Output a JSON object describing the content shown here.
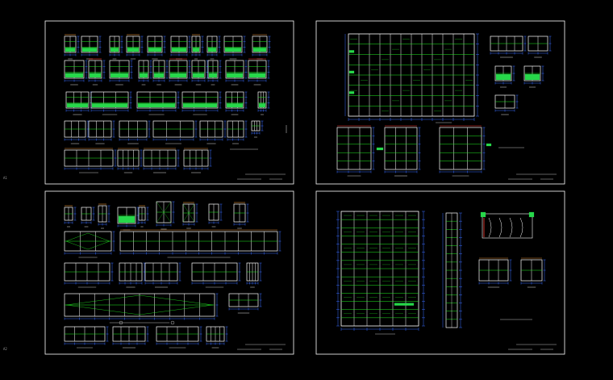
{
  "colors": {
    "background": "#000000",
    "sheet_border": "#ffffff",
    "frame": "#ffffff",
    "panel_line": "#22ee22",
    "dimension": "#3b6cff",
    "accent_red": "#ff3b30",
    "accent_orange": "#e08a2e",
    "accent_yellow": "#e6d23a",
    "text_gray": "#bdbdbd",
    "glass_fill": "#27d84a"
  },
  "sheets": [
    {
      "id": "sheet-top-left",
      "content": "door-and-window-elevation-set-a"
    },
    {
      "id": "sheet-top-right",
      "content": "curtain-wall-grid-elevation"
    },
    {
      "id": "sheet-bottom-left",
      "content": "door-and-window-elevation-set-b"
    },
    {
      "id": "sheet-bottom-right",
      "content": "tall-facade-grid-elevation"
    }
  ],
  "side_marks": [
    "A1",
    "A2"
  ]
}
